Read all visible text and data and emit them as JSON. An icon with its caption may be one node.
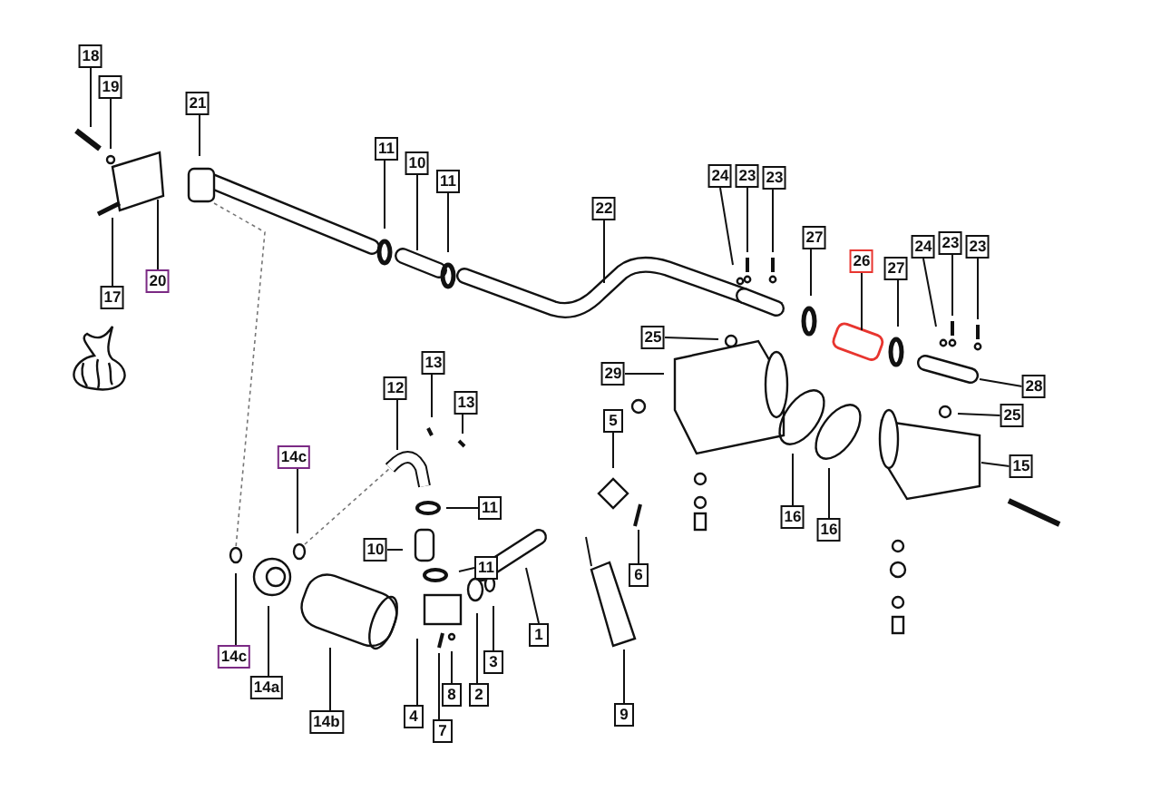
{
  "diagram": {
    "nodes": [
      {
        "text": [
          "18"
        ]
      },
      {
        "text": [
          "19"
        ]
      },
      {
        "text": [
          "21"
        ]
      },
      {
        "text": [
          "20"
        ]
      },
      {
        "text": [
          "17"
        ]
      },
      {
        "text": [
          "11"
        ]
      },
      {
        "text": [
          "10"
        ]
      },
      {
        "text": [
          "11"
        ]
      },
      {
        "text": [
          "22"
        ]
      },
      {
        "text": [
          "24"
        ]
      },
      {
        "text": [
          "23"
        ]
      },
      {
        "text": [
          "23"
        ]
      },
      {
        "text": [
          "27"
        ]
      },
      {
        "text": [
          "26"
        ]
      },
      {
        "text": [
          "27"
        ]
      },
      {
        "text": [
          "24"
        ]
      },
      {
        "text": [
          "23"
        ]
      },
      {
        "text": [
          "23"
        ]
      },
      {
        "text": [
          "25"
        ]
      },
      {
        "text": [
          "29"
        ]
      },
      {
        "text": [
          "28"
        ]
      },
      {
        "text": [
          "25"
        ]
      },
      {
        "text": [
          "15"
        ]
      },
      {
        "text": [
          "16"
        ]
      },
      {
        "text": [
          "16"
        ]
      },
      {
        "text": [
          "5"
        ]
      },
      {
        "text": [
          "6"
        ]
      },
      {
        "text": [
          "9"
        ]
      },
      {
        "text": [
          "1"
        ]
      },
      {
        "text": [
          "13"
        ]
      },
      {
        "text": [
          "13"
        ]
      },
      {
        "text": [
          "12"
        ]
      },
      {
        "text": [
          "11"
        ]
      },
      {
        "text": [
          "10"
        ]
      },
      {
        "text": [
          "11"
        ]
      },
      {
        "text": [
          "3"
        ]
      },
      {
        "text": [
          "2"
        ]
      },
      {
        "text": [
          "8"
        ]
      },
      {
        "text": [
          "4"
        ]
      },
      {
        "text": [
          "7"
        ]
      },
      {
        "text": [
          "14c"
        ]
      },
      {
        "text": [
          "14c"
        ]
      },
      {
        "text": [
          "14a"
        ]
      },
      {
        "text": [
          "14b"
        ]
      }
    ],
    "edges": [
      {
        "from": 0,
        "to": null,
        "arrow": "none"
      },
      {
        "from": 1,
        "to": null,
        "arrow": "none"
      },
      {
        "from": 2,
        "to": null,
        "arrow": "none"
      },
      {
        "from": 3,
        "to": null,
        "arrow": "none"
      },
      {
        "from": 4,
        "to": null,
        "arrow": "none"
      },
      {
        "from": 5,
        "to": null,
        "arrow": "none"
      },
      {
        "from": 6,
        "to": null,
        "arrow": "none"
      },
      {
        "from": 7,
        "to": null,
        "arrow": "none"
      },
      {
        "from": 8,
        "to": null,
        "arrow": "none"
      },
      {
        "from": 9,
        "to": null,
        "arrow": "none"
      },
      {
        "from": 10,
        "to": null,
        "arrow": "none"
      },
      {
        "from": 11,
        "to": null,
        "arrow": "none"
      },
      {
        "from": 12,
        "to": null,
        "arrow": "none"
      },
      {
        "from": 13,
        "to": null,
        "arrow": "none"
      },
      {
        "from": 14,
        "to": null,
        "arrow": "none"
      },
      {
        "from": 15,
        "to": null,
        "arrow": "none"
      },
      {
        "from": 16,
        "to": null,
        "arrow": "none"
      },
      {
        "from": 17,
        "to": null,
        "arrow": "none"
      },
      {
        "from": 18,
        "to": null,
        "arrow": "none"
      },
      {
        "from": 19,
        "to": null,
        "arrow": "none"
      },
      {
        "from": 20,
        "to": null,
        "arrow": "none"
      },
      {
        "from": 21,
        "to": null,
        "arrow": "none"
      },
      {
        "from": 22,
        "to": null,
        "arrow": "none"
      },
      {
        "from": 23,
        "to": null,
        "arrow": "none"
      },
      {
        "from": 24,
        "to": null,
        "arrow": "none"
      },
      {
        "from": 25,
        "to": null,
        "arrow": "none"
      },
      {
        "from": 26,
        "to": null,
        "arrow": "none"
      },
      {
        "from": 27,
        "to": null,
        "arrow": "none"
      },
      {
        "from": 28,
        "to": null,
        "arrow": "none"
      },
      {
        "from": 29,
        "to": null,
        "arrow": "none"
      },
      {
        "from": 30,
        "to": null,
        "arrow": "none"
      },
      {
        "from": 31,
        "to": null,
        "arrow": "none"
      },
      {
        "from": 32,
        "to": null,
        "arrow": "none"
      },
      {
        "from": 33,
        "to": null,
        "arrow": "none"
      },
      {
        "from": 34,
        "to": null,
        "arrow": "none"
      },
      {
        "from": 35,
        "to": null,
        "arrow": "none"
      },
      {
        "from": 36,
        "to": null,
        "arrow": "none"
      },
      {
        "from": 37,
        "to": null,
        "arrow": "none"
      },
      {
        "from": 38,
        "to": null,
        "arrow": "none"
      },
      {
        "from": 39,
        "to": null,
        "arrow": "none"
      },
      {
        "from": 40,
        "to": null,
        "arrow": "none"
      },
      {
        "from": 41,
        "to": null,
        "arrow": "none"
      },
      {
        "from": 42,
        "to": null,
        "arrow": "none"
      },
      {
        "from": 43,
        "to": null,
        "arrow": "none"
      }
    ]
  }
}
